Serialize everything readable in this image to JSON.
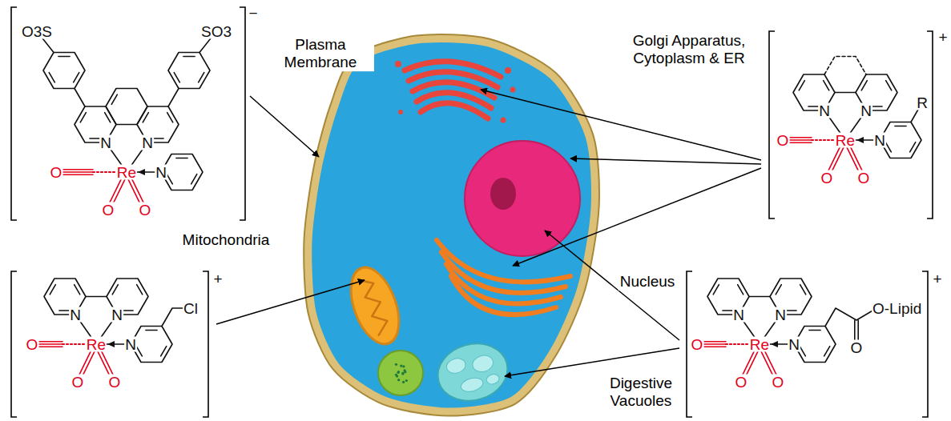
{
  "diagram": {
    "nodes": [
      {
        "text": [
          "−",
          "O3S",
          "SO3",
          "N",
          "N",
          "Re",
          "N",
          "O",
          "O",
          "O"
        ]
      },
      {
        "text": [
          "+",
          "N",
          "N",
          "Re",
          "N",
          "R",
          "O",
          "O",
          "O"
        ]
      },
      {
        "text": [
          "+",
          "N",
          "N",
          "Re",
          "N",
          "Cl",
          "O",
          "O",
          "O"
        ]
      },
      {
        "text": [
          "+",
          "N",
          "N",
          "Re",
          "N",
          "O-Lipid",
          "O",
          "O",
          "O",
          "O"
        ]
      }
    ],
    "labels": [
      "Plasma Membrane",
      "Golgi Apparatus, Cytoplasm & ER",
      "Mitochondria",
      "Nucleus",
      "Digestive Vacuoles"
    ]
  }
}
